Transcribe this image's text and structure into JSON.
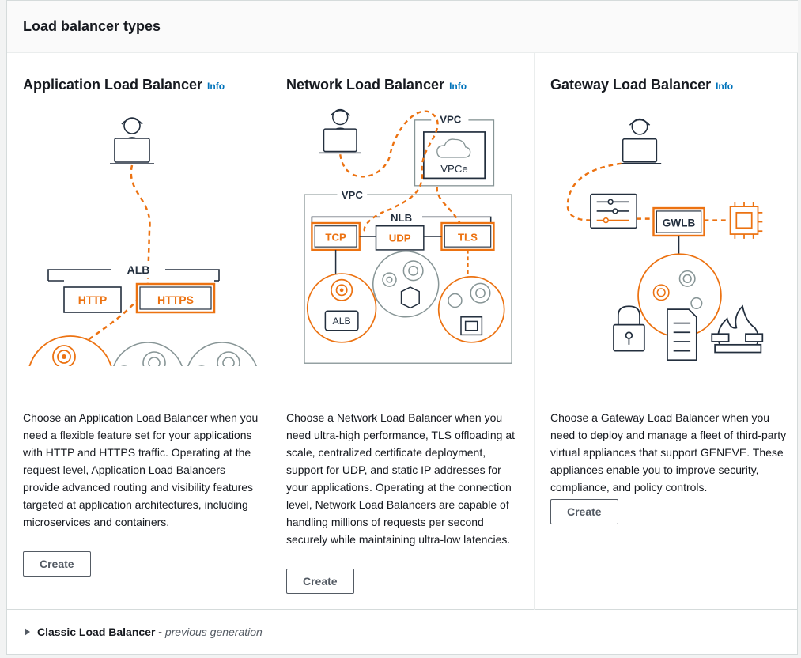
{
  "header": {
    "title": "Load balancer types"
  },
  "colors": {
    "accent": "#ec7211",
    "text": "#16191f",
    "link": "#0073bb",
    "grey": "#879596"
  },
  "columns": [
    {
      "title": "Application Load Balancer",
      "info": "Info",
      "diagram": {
        "box_label": "ALB",
        "protocols": [
          "HTTP",
          "HTTPS"
        ]
      },
      "description": "Choose an Application Load Balancer when you need a flexible feature set for your applications with HTTP and HTTPS traffic. Operating at the request level, Application Load Balancers provide advanced routing and visibility features targeted at application architectures, including microservices and containers.",
      "button": "Create"
    },
    {
      "title": "Network Load Balancer",
      "info": "Info",
      "diagram": {
        "vpc_label": "VPC",
        "vpce_label": "VPCe",
        "outer_vpc_label": "VPC",
        "nlb_label": "NLB",
        "protocols": [
          "TCP",
          "UDP",
          "TLS"
        ],
        "alb_label": "ALB"
      },
      "description": "Choose a Network Load Balancer when you need ultra-high performance, TLS offloading at scale, centralized certificate deployment, support for UDP, and static IP addresses for your applications. Operating at the connection level, Network Load Balancers are capable of handling millions of requests per second securely while maintaining ultra-low latencies.",
      "button": "Create"
    },
    {
      "title": "Gateway Load Balancer",
      "info": "Info",
      "diagram": {
        "gwlb_label": "GWLB"
      },
      "description": "Choose a Gateway Load Balancer when you need to deploy and manage a fleet of third-party virtual appliances that support GENEVE. These appliances enable you to improve security, compliance, and policy controls.",
      "button": "Create"
    }
  ],
  "footer": {
    "label": "Classic Load Balancer",
    "separator": " - ",
    "note": "previous generation"
  }
}
